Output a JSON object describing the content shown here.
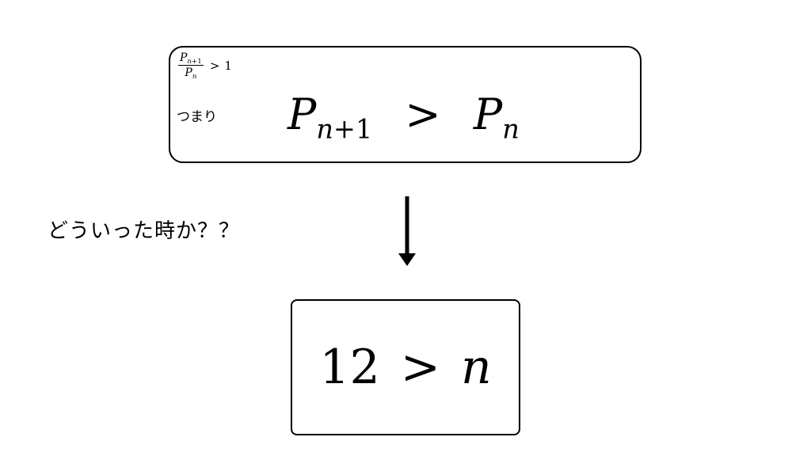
{
  "top_box": {
    "small_fraction": {
      "num_base": "P",
      "num_sub": "n+1",
      "den_base": "P",
      "den_sub": "n",
      "relation": ">",
      "rhs": "1"
    },
    "note": "つまり",
    "main": {
      "lhs_base": "P",
      "lhs_sub": "n+1",
      "relation": ">",
      "rhs_base": "P",
      "rhs_sub": "n"
    }
  },
  "question": "どういった時か？？",
  "bottom_box": {
    "lhs": "12",
    "relation": ">",
    "rhs": "n"
  },
  "colors": {
    "stroke": "#000000",
    "background": "#ffffff"
  },
  "arrow": {
    "direction": "down"
  }
}
